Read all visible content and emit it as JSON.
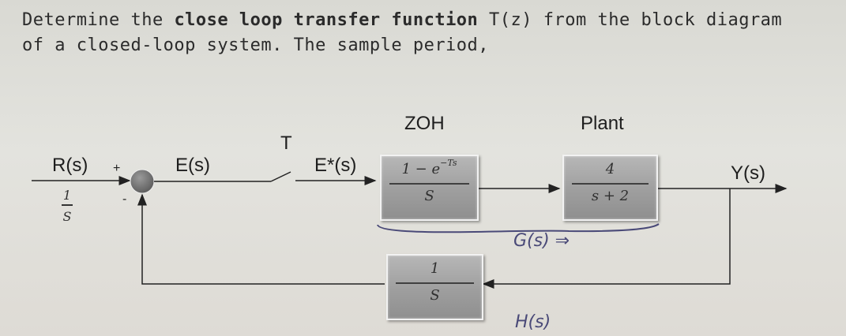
{
  "problem": {
    "line1_pre": "Determine the ",
    "line1_bold": "close loop transfer function",
    "line1_post": " T(z) from the block diagram",
    "line2": "of a closed-loop system. The sample period,"
  },
  "diagram": {
    "input_label": "R(s)",
    "plus_sign": "+",
    "minus_sign": "-",
    "input_frac_num": "1",
    "input_frac_den": "S",
    "error_label": "E(s)",
    "sampler_label": "T",
    "sampled_label": "E*(s)",
    "zoh_title": "ZOH",
    "zoh_num_pre": "1 − e",
    "zoh_num_exp": "−Ts",
    "zoh_den": "S",
    "plant_title": "Plant",
    "plant_num": "4",
    "plant_den": "s + 2",
    "feedback_num": "1",
    "feedback_den": "S",
    "output_label": "Y(s)",
    "annotation_g": "G(s) ⇒",
    "annotation_h": "H(s)"
  }
}
